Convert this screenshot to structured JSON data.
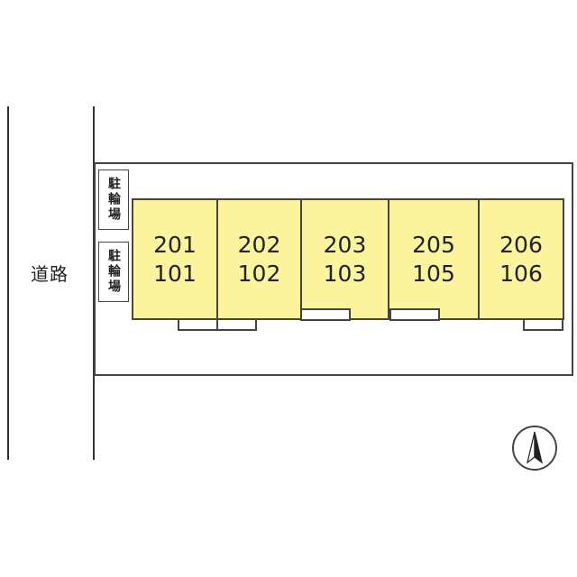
{
  "road": {
    "label": "道路"
  },
  "bicycle_parking": [
    {
      "label": "駐輪場"
    },
    {
      "label": "駐輪場"
    }
  ],
  "units": [
    {
      "upper": "201",
      "lower": "101"
    },
    {
      "upper": "202",
      "lower": "102"
    },
    {
      "upper": "203",
      "lower": "103"
    },
    {
      "upper": "205",
      "lower": "105"
    },
    {
      "upper": "206",
      "lower": "106"
    }
  ],
  "compass": {
    "icon": "north-arrow-icon",
    "direction": "north"
  },
  "colors": {
    "unit_fill": "#fcf39d",
    "line": "#444444",
    "background": "#ffffff"
  }
}
